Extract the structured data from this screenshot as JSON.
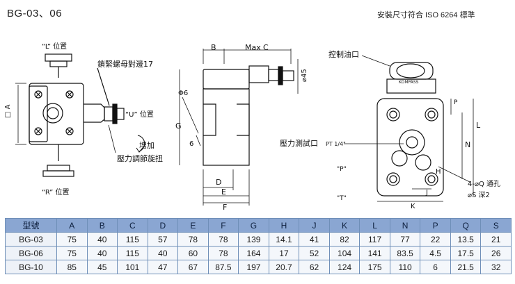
{
  "header": {
    "model_title": "BG-03、06",
    "standard_note": "安裝尺寸符合 ISO 6264 標準"
  },
  "drawing": {
    "left_view": {
      "l_position": "“L” 位置",
      "lock_nut": "鎖緊螺母對邊17",
      "u_position": "“U” 位置",
      "increase": "增加",
      "pressure_knob": "壓力調節旋扭",
      "r_position": "“R” 位置",
      "dim_a": "□ A"
    },
    "center_view": {
      "b": "B",
      "max": "Max",
      "c": "C",
      "phi45": "⌀45",
      "phi6": "Φ6",
      "g": "G",
      "six": "6",
      "d": "D",
      "e": "E",
      "f": "F"
    },
    "right_view": {
      "pilot_oil": "控制油口",
      "compass": "KOMPASS",
      "pressure_port": "壓力測試口",
      "pt": "PT 1/4\"",
      "p_port": "\"P\"",
      "t_port": "\"T\"",
      "p": "P",
      "l": "L",
      "n": "N",
      "h": "H",
      "j": "J",
      "k": "K",
      "through_hole": "4-⌀Q 通孔",
      "depth": "⌀S 深2"
    }
  },
  "table": {
    "headers": [
      "型號",
      "A",
      "B",
      "C",
      "D",
      "E",
      "F",
      "G",
      "H",
      "J",
      "K",
      "L",
      "N",
      "P",
      "Q",
      "S"
    ],
    "rows": [
      [
        "BG-03",
        "75",
        "40",
        "115",
        "57",
        "78",
        "78",
        "139",
        "14.1",
        "41",
        "82",
        "117",
        "77",
        "22",
        "13.5",
        "21"
      ],
      [
        "BG-06",
        "75",
        "40",
        "115",
        "40",
        "60",
        "78",
        "164",
        "17",
        "52",
        "104",
        "141",
        "83.5",
        "4.5",
        "17.5",
        "26"
      ],
      [
        "BG-10",
        "85",
        "45",
        "101",
        "47",
        "67",
        "87.5",
        "197",
        "20.7",
        "62",
        "124",
        "175",
        "110",
        "6",
        "21.5",
        "32"
      ]
    ]
  }
}
